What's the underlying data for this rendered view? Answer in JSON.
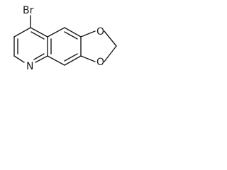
{
  "molecule": {
    "atoms": {
      "bromine": "Br",
      "nitrogen": "N",
      "oxygen_top": "O",
      "oxygen_bottom": "O"
    }
  }
}
